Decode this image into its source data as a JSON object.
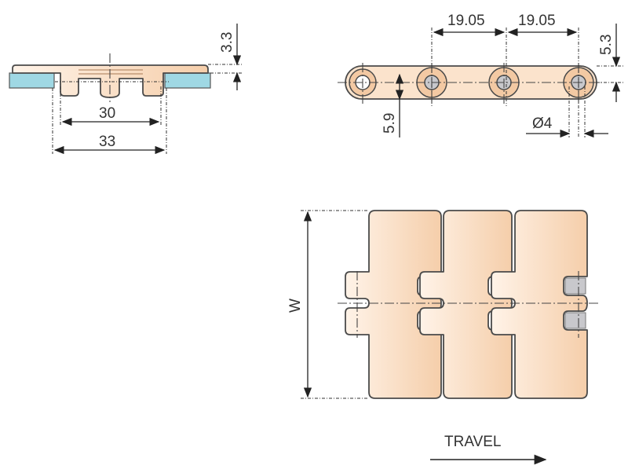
{
  "colors": {
    "plate": "#f8d9bd",
    "plate_light": "#fff3e8",
    "outline": "#4a4a4a",
    "guide": "#9fd8e4",
    "pin": "#c8c8cc"
  },
  "front_view": {
    "dim_height": "3.3",
    "dim_inner": "30",
    "dim_outer": "33"
  },
  "side_view": {
    "pitch_1": "19.05",
    "pitch_2": "19.05",
    "dim_top": "5.3",
    "dim_thickness": "5.9",
    "dim_pin": "Ø4"
  },
  "top_view": {
    "dim_width": "W",
    "travel_label": "TRAVEL",
    "plate_count": 3
  }
}
